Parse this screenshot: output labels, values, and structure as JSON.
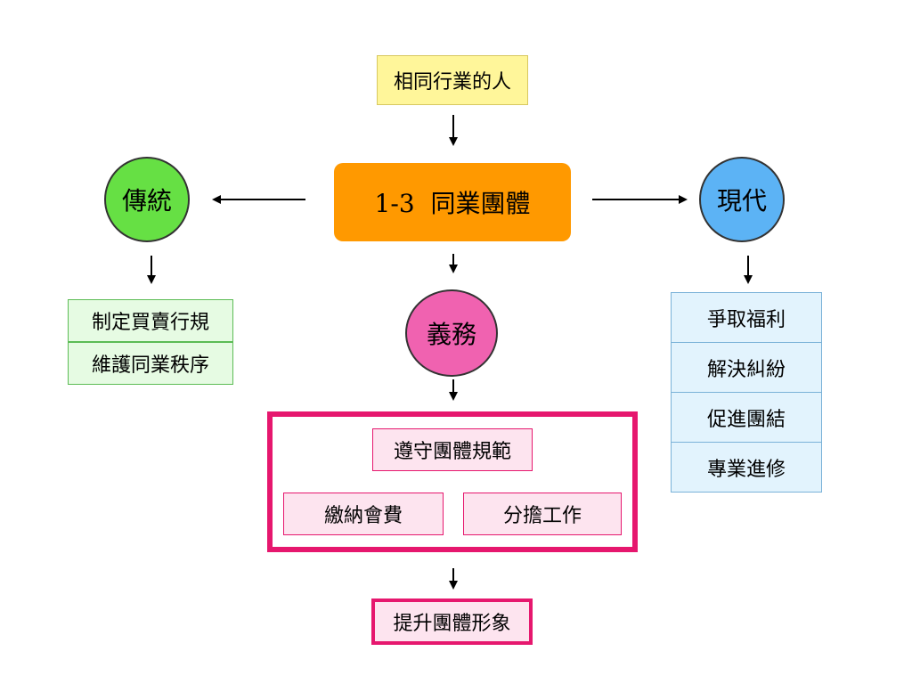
{
  "top": {
    "label": "相同行業的人"
  },
  "main": {
    "label": "1-3  同業團體"
  },
  "traditional": {
    "label": "傳統",
    "items": [
      "制定買賣行規",
      "維護同業秩序"
    ]
  },
  "modern": {
    "label": "現代",
    "items": [
      "爭取福利",
      "解決糾紛",
      "促進團結",
      "專業進修"
    ]
  },
  "duty": {
    "label": "義務",
    "items": [
      "遵守團體規範",
      "繳納會費",
      "分擔工作"
    ]
  },
  "result": {
    "label": "提升團體形象"
  },
  "colors": {
    "main": "#ff9900",
    "traditional": "#66e044",
    "modern": "#5cb3f5",
    "duty": "#f062b0",
    "duty_frame": "#e6176e",
    "top_fill": "#fff69a"
  }
}
